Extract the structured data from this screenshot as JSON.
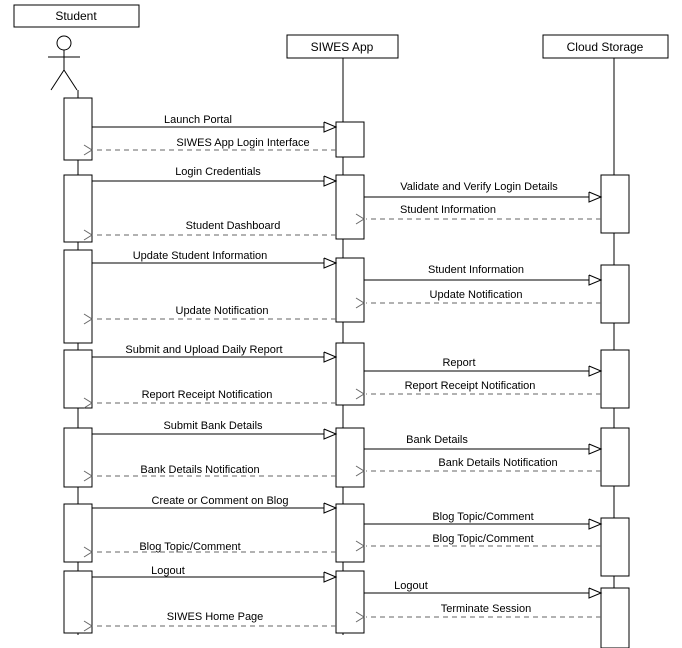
{
  "participants": {
    "student": "Student",
    "app": "SIWES App",
    "storage": "Cloud Storage"
  },
  "messages": [
    {
      "label": "Launch Portal",
      "kind": "call"
    },
    {
      "label": "SIWES App Login Interface",
      "kind": "return"
    },
    {
      "label": "Login Credentials",
      "kind": "call"
    },
    {
      "label": "Validate and Verify Login Details",
      "kind": "call"
    },
    {
      "label": "Student Information",
      "kind": "return"
    },
    {
      "label": "Student Dashboard",
      "kind": "return"
    },
    {
      "label": "Update Student Information",
      "kind": "call"
    },
    {
      "label": "Student Information",
      "kind": "call"
    },
    {
      "label": "Update Notification",
      "kind": "return"
    },
    {
      "label": "Update Notification",
      "kind": "return"
    },
    {
      "label": "Submit and Upload Daily Report",
      "kind": "call"
    },
    {
      "label": "Report",
      "kind": "call"
    },
    {
      "label": "Report Receipt Notification",
      "kind": "return"
    },
    {
      "label": "Report Receipt Notification",
      "kind": "return"
    },
    {
      "label": "Submit Bank Details",
      "kind": "call"
    },
    {
      "label": "Bank Details",
      "kind": "call"
    },
    {
      "label": "Bank Details Notification",
      "kind": "return"
    },
    {
      "label": "Bank Details Notification",
      "kind": "return"
    },
    {
      "label": "Create or Comment on Blog",
      "kind": "call"
    },
    {
      "label": "Blog Topic/Comment",
      "kind": "call"
    },
    {
      "label": "Blog Topic/Comment",
      "kind": "return"
    },
    {
      "label": "Blog Topic/Comment",
      "kind": "return"
    },
    {
      "label": "Logout",
      "kind": "call"
    },
    {
      "label": "Logout",
      "kind": "call"
    },
    {
      "label": "Terminate Session",
      "kind": "return"
    },
    {
      "label": "SIWES Home Page",
      "kind": "return"
    }
  ]
}
